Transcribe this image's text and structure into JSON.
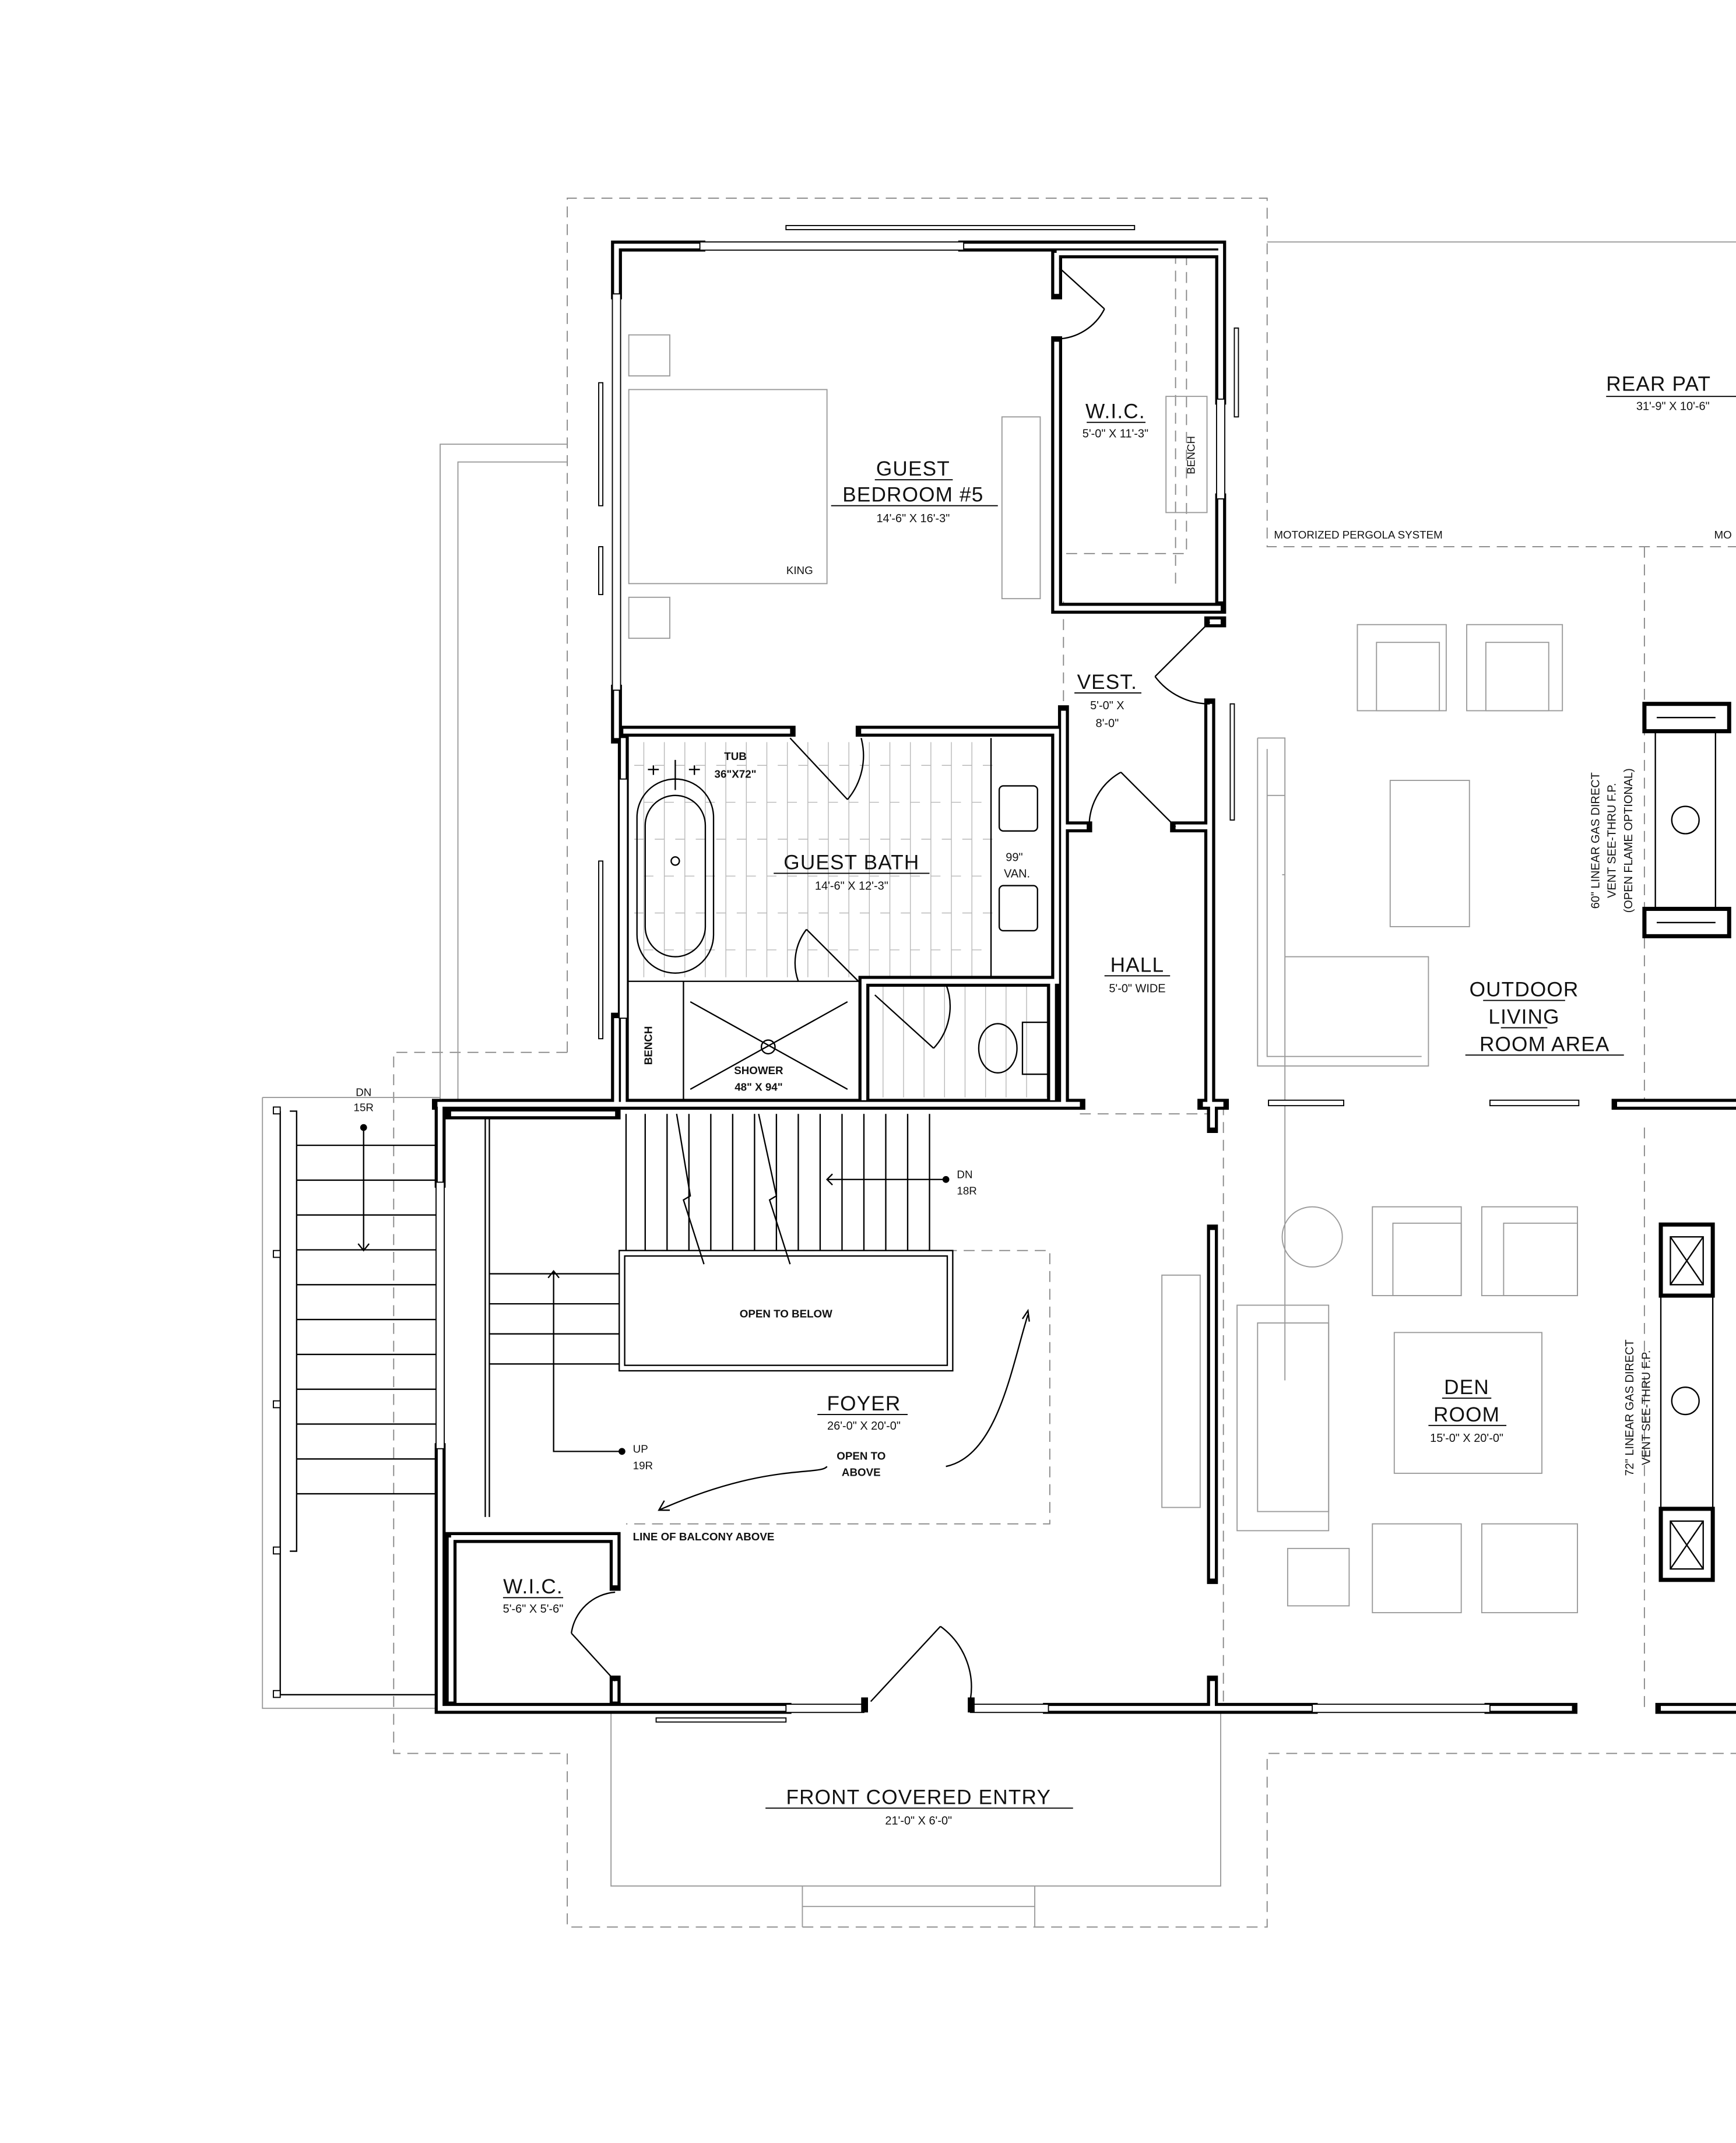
{
  "rooms": {
    "guest_bedroom": {
      "name_line1": "GUEST",
      "name_line2": "BEDROOM #5",
      "size": "14'-6\" X 16'-3\"",
      "bed": "KING"
    },
    "wic_upper": {
      "name": "W.I.C.",
      "size": "5'-0\" X 11'-3\"",
      "bench": "BENCH"
    },
    "rear_patio": {
      "name": "REAR PAT",
      "size": "31'-9\" X 10'-6\"",
      "pergola": "MOTORIZED PERGOLA SYSTEM",
      "pergola_cut": "MO"
    },
    "vestibule": {
      "name": "VEST.",
      "size_line1": "5'-0\" X",
      "size_line2": "8'-0\""
    },
    "guest_bath": {
      "name": "GUEST BATH",
      "size": "14'-6\" X 12'-3\"",
      "tub_label": "TUB",
      "tub_size": "36\"X72\"",
      "vanity_size": "99\"",
      "vanity_label": "VAN.",
      "shower_bench": "BENCH",
      "shower_label": "SHOWER",
      "shower_size": "48\" X 94\""
    },
    "hall": {
      "name": "HALL",
      "size": "5'-0\" WIDE"
    },
    "outdoor_living": {
      "name_line1": "OUTDOOR",
      "name_line2": "LIVING",
      "name_line3": "ROOM AREA",
      "fireplace_line1": "60\" LINEAR GAS DIRECT",
      "fireplace_line2": "VENT SEE-THRU F.P.",
      "fireplace_line3": "(OPEN FLAME OPTIONAL)"
    },
    "foyer": {
      "name": "FOYER",
      "size": "26'-0\" X 20'-0\"",
      "open_below": "OPEN TO BELOW",
      "open_above_line1": "OPEN TO",
      "open_above_line2": "ABOVE",
      "balcony": "LINE OF BALCONY ABOVE"
    },
    "den": {
      "name_line1": "DEN",
      "name_line2": "ROOM",
      "size": "15'-0\" X 20'-0\"",
      "fireplace_line1": "72\" LINEAR GAS DIRECT",
      "fireplace_line2": "VENT SEE-THRU F.P."
    },
    "wic_lower": {
      "name": "W.I.C.",
      "size": "5'-6\" X 5'-6\""
    },
    "front_entry": {
      "name": "FRONT COVERED ENTRY",
      "size": "21'-0\" X 6'-0\""
    }
  },
  "stairs": {
    "exterior": {
      "direction": "DN",
      "risers": "15R"
    },
    "main_down": {
      "direction": "DN",
      "risers": "18R"
    },
    "main_up": {
      "direction": "UP",
      "risers": "19R"
    }
  }
}
